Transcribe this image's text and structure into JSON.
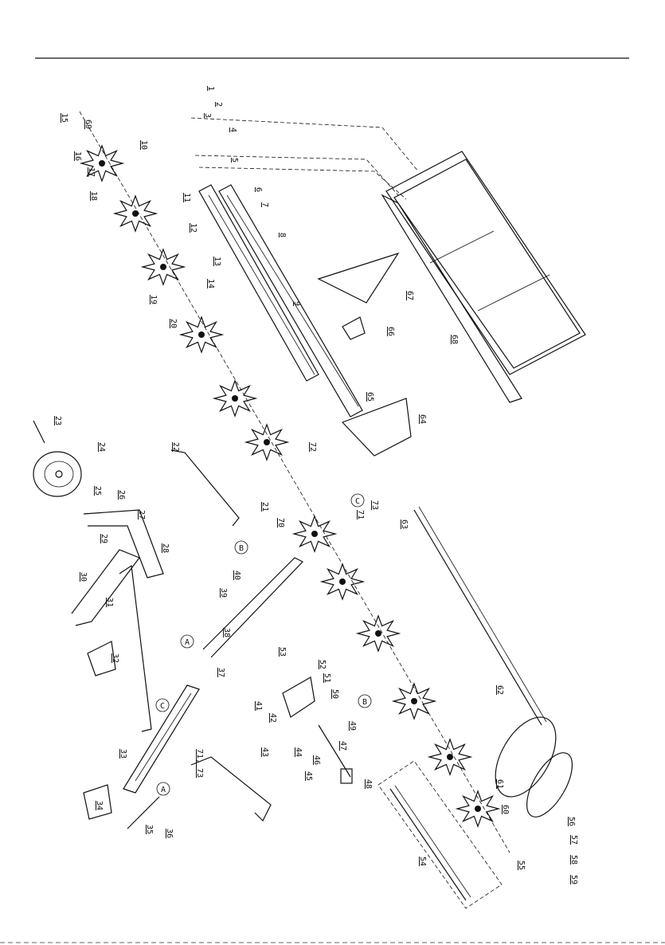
{
  "diagram": {
    "part_numbers": [
      "1",
      "2",
      "3",
      "4",
      "5",
      "6",
      "7",
      "8",
      "9",
      "10",
      "11",
      "12",
      "13",
      "14",
      "15",
      "16",
      "17",
      "18",
      "19",
      "20",
      "21",
      "22",
      "23",
      "24",
      "25",
      "26",
      "27",
      "28",
      "29",
      "30",
      "31",
      "32",
      "33",
      "34",
      "35",
      "36",
      "37",
      "38",
      "39",
      "40",
      "41",
      "42",
      "43",
      "44",
      "45",
      "46",
      "47",
      "48",
      "49",
      "50",
      "51",
      "52",
      "53",
      "54",
      "55",
      "56",
      "57",
      "58",
      "59",
      "60",
      "61",
      "62",
      "63",
      "64",
      "65",
      "66",
      "67",
      "68",
      "69",
      "70",
      "71",
      "72",
      "73",
      "71, 73"
    ],
    "callouts": [
      "A",
      "B",
      "C"
    ]
  }
}
